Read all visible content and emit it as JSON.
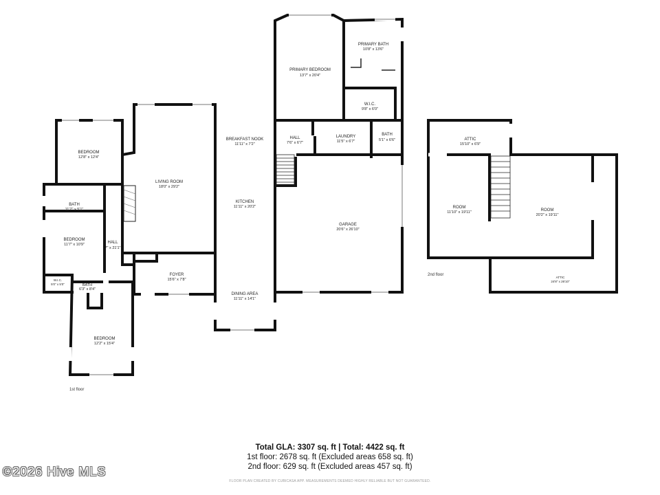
{
  "floors": {
    "first": "1st floor",
    "second": "2nd floor"
  },
  "rooms": {
    "primary_bedroom": {
      "name": "PRIMARY BEDROOM",
      "dims": "13'7\" x 20'4\""
    },
    "primary_bath": {
      "name": "PRIMARY BATH",
      "dims": "10'8\" x 13'6\""
    },
    "wic_primary": {
      "name": "W.I.C.",
      "dims": "9'8\" x 6'0\""
    },
    "hall_upper": {
      "name": "HALL",
      "dims": "7'6\" x 6'7\""
    },
    "laundry": {
      "name": "LAUNDRY",
      "dims": "11'5\" x 6'7\""
    },
    "bath_laundry": {
      "name": "BATH",
      "dims": "5'1\" x 6'6\""
    },
    "breakfast_nook": {
      "name": "BREAKFAST NOOK",
      "dims": "11'11\" x 7'2\""
    },
    "kitchen": {
      "name": "KITCHEN",
      "dims": "11'11\" x 20'2\""
    },
    "dining_area": {
      "name": "DINING AREA",
      "dims": "11'11\" x 14'1\""
    },
    "garage": {
      "name": "GARAGE",
      "dims": "20'6\" x 26'10\""
    },
    "living_room": {
      "name": "LIVING ROOM",
      "dims": "18'0\" x 29'2\""
    },
    "foyer": {
      "name": "FOYER",
      "dims": "15'6\" x 7'8\""
    },
    "bedroom_1": {
      "name": "BEDROOM",
      "dims": "12'8\" x 12'4\""
    },
    "bath_1": {
      "name": "BATH",
      "dims": "11'7\" x 5'1\""
    },
    "bedroom_2": {
      "name": "BEDROOM",
      "dims": "11'7\" x 10'9\""
    },
    "hall_1": {
      "name": "HALL",
      "dims": "7\" x 21'1\""
    },
    "wic_1": {
      "name": "W.I.C.",
      "dims": "5'0\" x 5'0\""
    },
    "bath_2": {
      "name": "BATH",
      "dims": "6'3\" x 8'4\""
    },
    "bedroom_3": {
      "name": "BEDROOM",
      "dims": "12'2\" x 15'4\""
    },
    "attic_top": {
      "name": "ATTIC",
      "dims": "15'10\" x 6'9\""
    },
    "room_left": {
      "name": "ROOM",
      "dims": "11'10\" x 19'11\""
    },
    "room_right": {
      "name": "ROOM",
      "dims": "20'2\" x 19'11\""
    },
    "attic_bottom": {
      "name": "ATTIC",
      "dims": "24'8\" x 26'10\""
    }
  },
  "summary": {
    "total": "Total GLA: 3307 sq. ft | Total: 4422 sq. ft",
    "first_floor": "1st floor: 2678 sq. ft (Excluded areas 658 sq. ft)",
    "second_floor": "2nd floor: 629 sq. ft (Excluded areas 457 sq. ft)",
    "disclaimer": "FLOOR PLAN CREATED BY CUBICASA APP. MEASUREMENTS DEEMED HIGHLY RELIABLE BUT NOT GUARANTEED."
  },
  "watermark": "©2026 Hive MLS"
}
